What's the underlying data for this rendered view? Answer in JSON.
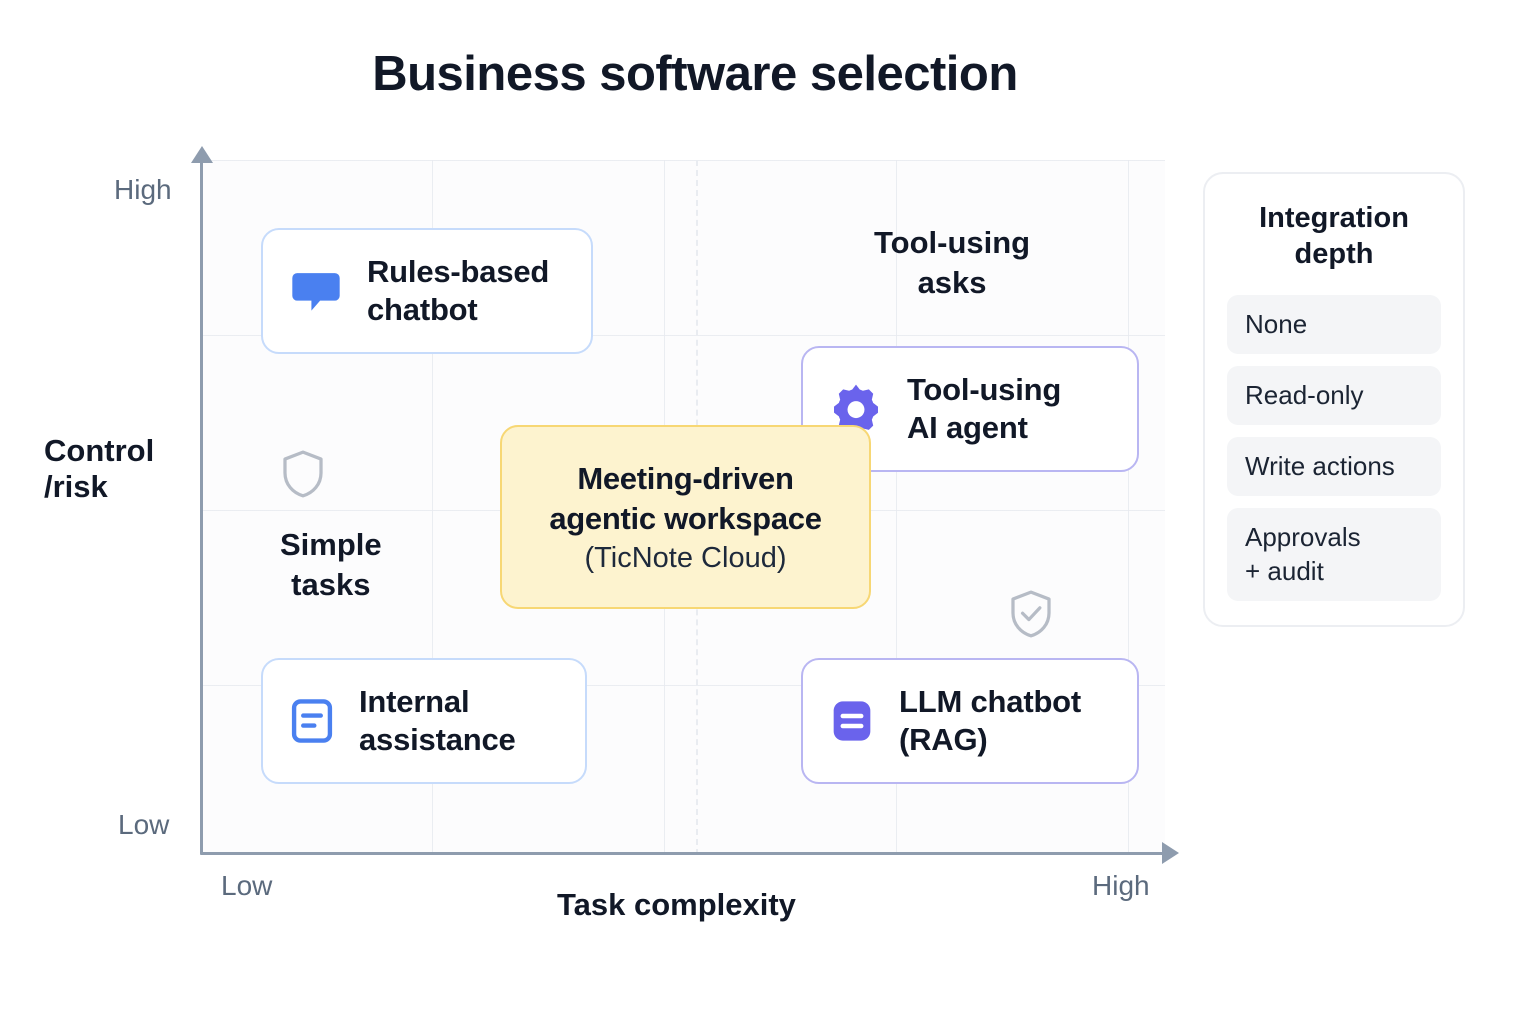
{
  "title": "Business software selection",
  "axes": {
    "x": {
      "name": "Task complexity",
      "low": "Low",
      "high": "High"
    },
    "y": {
      "name": "Control\n/risk",
      "name_line1": "Control",
      "name_line2": "/risk",
      "low": "Low",
      "high": "High"
    }
  },
  "quadrant_labels": {
    "simple": "Simple\ntasks",
    "simple_line1": "Simple",
    "simple_line2": "tasks",
    "tool": "Tool-using\nasks",
    "tool_line1": "Tool-using",
    "tool_line2": "asks"
  },
  "nodes": [
    {
      "id": "rules-based-chatbot",
      "label": "Rules-based\nchatbot",
      "label_line1": "Rules-based",
      "label_line2": "chatbot",
      "icon": "speech-bubble-icon",
      "icon_color": "#4a80f0",
      "border_color": "#c6dbfb",
      "quadrant": "low-complexity / high-control"
    },
    {
      "id": "internal-assistance",
      "label": "Internal\nassistance",
      "label_line1": "Internal",
      "label_line2": "assistance",
      "icon": "document-note-icon",
      "icon_color": "#4a80f0",
      "border_color": "#c6dbfb",
      "quadrant": "low-complexity / low-control"
    },
    {
      "id": "tool-using-ai-agent",
      "label": "Tool-using\nAI agent",
      "label_line1": "Tool-using",
      "label_line2": "AI agent",
      "icon": "gear-icon",
      "icon_color": "#6a63ec",
      "border_color": "#b9b6f2",
      "quadrant": "high-complexity / high-control"
    },
    {
      "id": "llm-chatbot-rag",
      "label": "LLM chatbot\n(RAG)",
      "label_line1": "LLM chatbot",
      "label_line2": "(RAG)",
      "icon": "lines-square-icon",
      "icon_color": "#6a63ec",
      "border_color": "#b9b6f2",
      "quadrant": "high-complexity / low-control"
    }
  ],
  "highlight": {
    "id": "meeting-driven-agentic-workspace",
    "title_line1": "Meeting-driven",
    "title_line2": "agentic workspace",
    "subtitle": "(TicNote Cloud)",
    "background": "#fdf3cf",
    "border_color": "#f7d774"
  },
  "markers": [
    {
      "id": "shield-plain",
      "icon": "shield-icon",
      "color": "#b6bcc6"
    },
    {
      "id": "shield-check",
      "icon": "shield-check-icon",
      "color": "#b6bcc6"
    }
  ],
  "legend": {
    "title_line1": "Integration",
    "title_line2": "depth",
    "items": [
      {
        "label": "None"
      },
      {
        "label": "Read-only"
      },
      {
        "label": "Write actions"
      },
      {
        "label": "Approvals\n+ audit"
      }
    ]
  },
  "chart_data": {
    "type": "scatter",
    "title": "Business software selection",
    "xlabel": "Task complexity",
    "ylabel": "Control /risk",
    "xticklabels": [
      "Low",
      "High"
    ],
    "yticklabels": [
      "Low",
      "High"
    ],
    "grid": true,
    "legend_position": "right",
    "points": [
      {
        "label": "Rules-based chatbot",
        "x": "low",
        "y": "high",
        "integration_depth": "None"
      },
      {
        "label": "Internal assistance",
        "x": "low",
        "y": "low",
        "integration_depth": "Read-only"
      },
      {
        "label": "Tool-using AI agent",
        "x": "high",
        "y": "high",
        "integration_depth": "Write actions"
      },
      {
        "label": "LLM chatbot (RAG)",
        "x": "high",
        "y": "low",
        "integration_depth": "Read-only"
      },
      {
        "label": "Meeting-driven agentic workspace (TicNote Cloud)",
        "x": "mid",
        "y": "mid",
        "highlighted": true
      }
    ],
    "annotations": [
      "Simple tasks",
      "Tool-using asks"
    ]
  }
}
